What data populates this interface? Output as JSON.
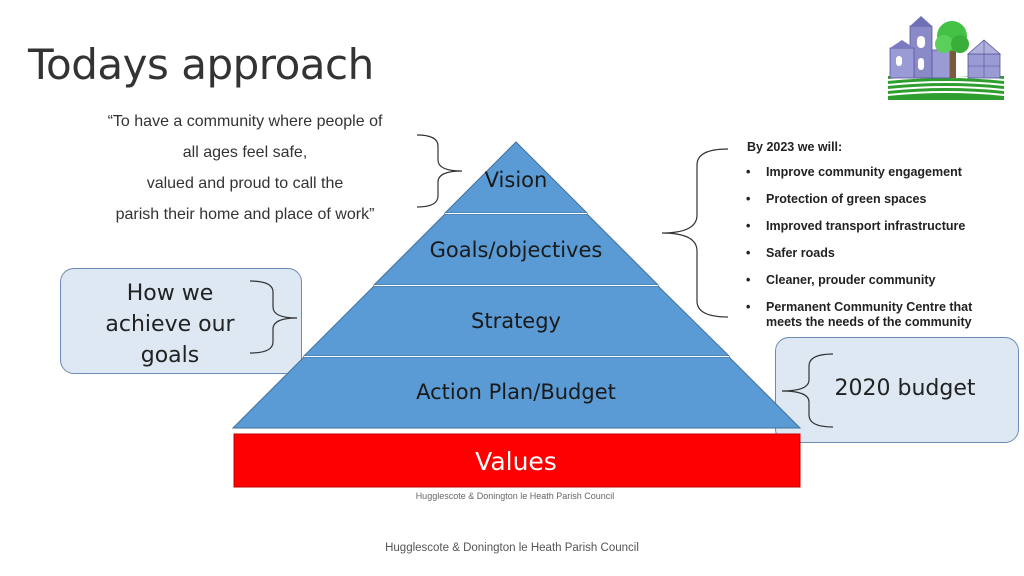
{
  "slide": {
    "title": "Todays approach",
    "quote_lines": [
      "“To have a community where people of",
      "all ages feel safe,",
      "valued and proud to call the",
      "parish their home and place of work”"
    ],
    "pyramid": {
      "layers": [
        "Vision",
        "Goals/objectives",
        "Strategy",
        "Action Plan/Budget"
      ],
      "base": "Values",
      "colors": {
        "layer_fill": "#5b9bd5",
        "layer_stroke": "#41719c",
        "base_fill": "#ff0000"
      }
    },
    "left_callout": {
      "lines": [
        "How we",
        "achieve our",
        "goals"
      ]
    },
    "right_callout": {
      "label": "2020 budget"
    },
    "goals": {
      "heading": "By 2023 we will:",
      "items": [
        "Improve community engagement",
        "Protection of green spaces",
        "Improved transport infrastructure",
        "Safer roads",
        "Cleaner, prouder community",
        "Permanent Community Centre that meets the needs of the community"
      ]
    },
    "small_footer": "Hugglescote & Donington le Heath Parish Council",
    "footer": "Hugglescote & Donington le Heath Parish Council",
    "logo_icon": "parish-church-tree-logo"
  }
}
